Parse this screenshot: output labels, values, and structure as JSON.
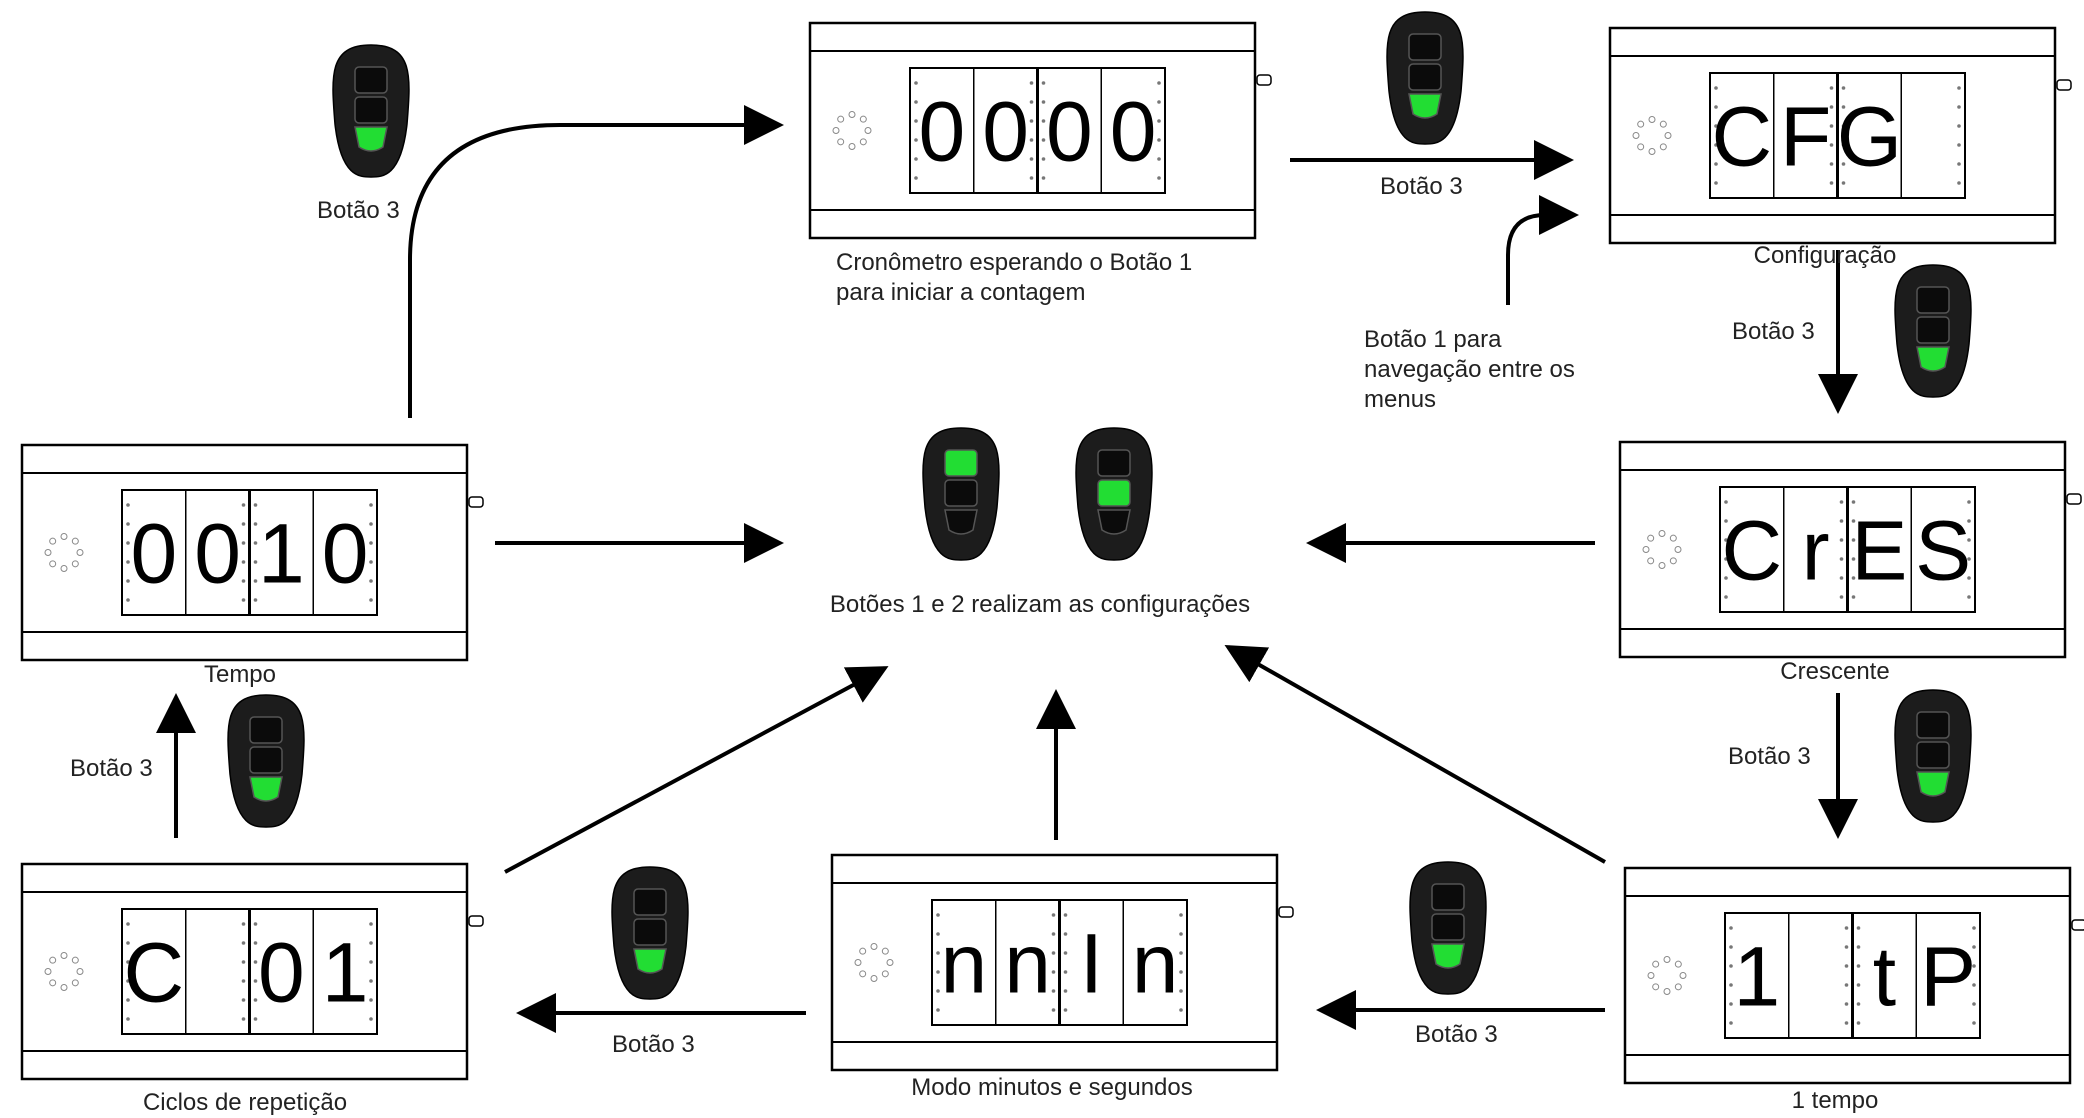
{
  "displays": {
    "timer": {
      "digits": [
        "0",
        "0",
        "0",
        "0"
      ],
      "caption": "Cronômetro esperando o Botão 1\npara iniciar a contagem"
    },
    "config": {
      "digits": [
        "C",
        "F",
        "G",
        ""
      ],
      "caption": "Configuração"
    },
    "cres": {
      "digits": [
        "C",
        "r",
        "E",
        "S"
      ],
      "caption": "Crescente"
    },
    "tempo1": {
      "digits": [
        "1",
        "",
        "t",
        "P"
      ],
      "caption": "1 tempo"
    },
    "minsec": {
      "digits": [
        "n",
        "n",
        "I",
        "n"
      ],
      "caption": "Modo minutos e segundos"
    },
    "cycles": {
      "digits": [
        "C",
        "",
        "0",
        "1"
      ],
      "caption": "Ciclos de repetição"
    },
    "tempo": {
      "digits": [
        "0",
        "0",
        "1",
        "0"
      ],
      "caption": "Tempo"
    }
  },
  "labels": {
    "botao3": "Botão 3",
    "nav_note": "Botão 1 para\nnavegação entre os\nmenus",
    "center_note": "Botões 1 e 2 realizam as configurações"
  },
  "colors": {
    "remote_body": "#1c1c1c",
    "highlight": "#22dd33",
    "line": "#000000"
  }
}
